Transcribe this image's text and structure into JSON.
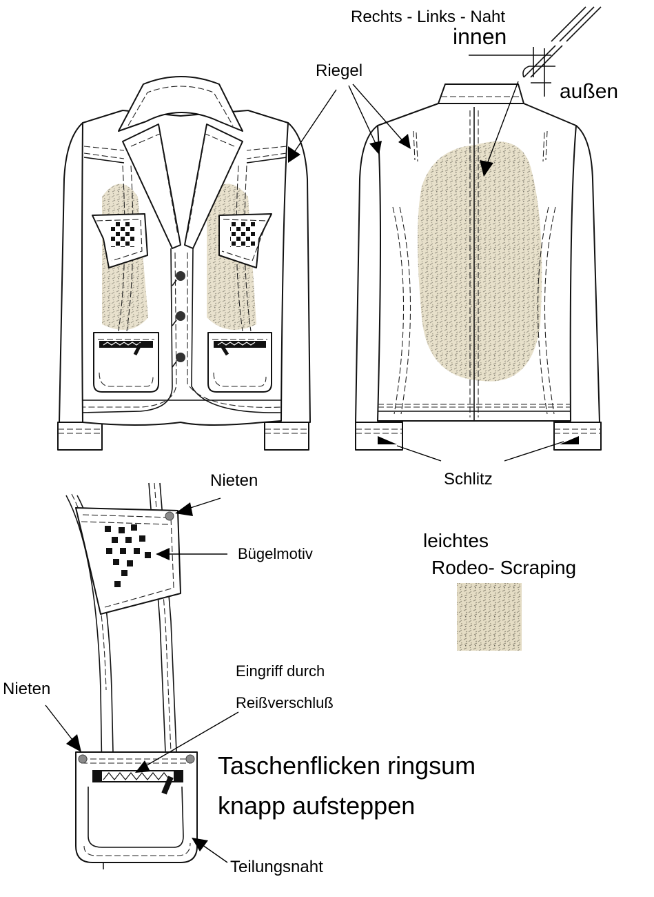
{
  "labels": {
    "seam_line1": "Rechts - Links - Naht",
    "seam_inner": "innen",
    "seam_outer": "außen",
    "bartack": "Riegel",
    "vent": "Schlitz",
    "rivets_top": "Nieten",
    "iron_on_motif": "Bügelmotiv",
    "wash_line1": "leichtes",
    "wash_line2": "Rodeo- Scraping",
    "zip_line1": "Eingriff durch",
    "zip_line2": "Reißverschluß",
    "rivets_bottom": "Nieten",
    "patch_line1": "Taschenflicken ringsum",
    "patch_line2": "knapp aufsteppen",
    "division_seam": "Teilungsnaht"
  },
  "colors": {
    "line": "#111111",
    "scraping": "#d9d2b8",
    "rivet": "#8a8a8a"
  },
  "icons": {
    "button": "dark-round-button",
    "rivet": "grey-dot-rivet",
    "motif": "checker-squares"
  }
}
